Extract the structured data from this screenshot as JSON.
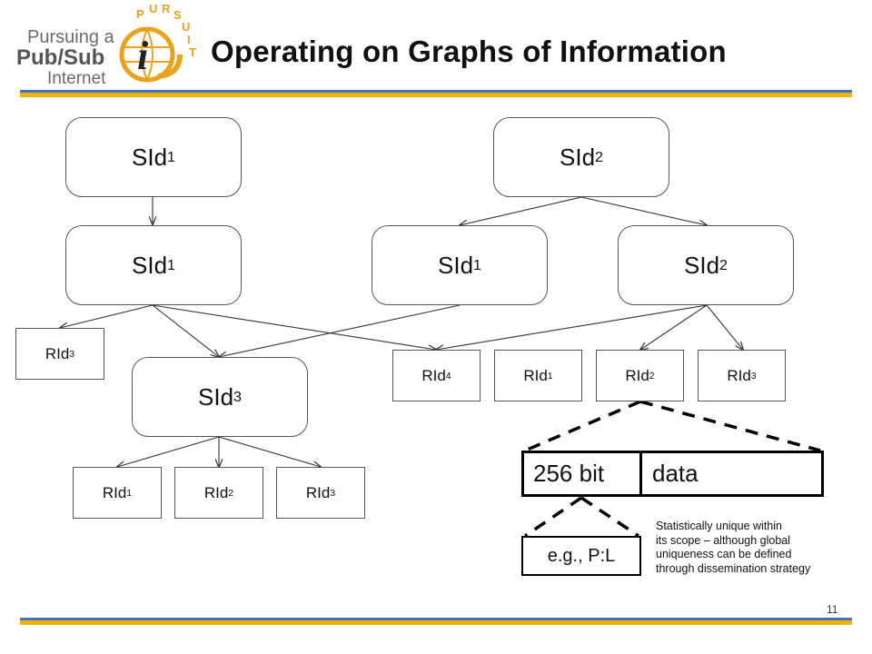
{
  "logo": {
    "line1": "Pursuing a",
    "line2": "Pub/Sub",
    "line3": "Internet",
    "arc_letters": [
      "P",
      "U",
      "R",
      "S",
      "U",
      "I",
      "T"
    ],
    "emblem_letter": "i"
  },
  "title": "Operating on Graphs of Information",
  "nodes": {
    "sid1_top": {
      "base": "SId",
      "sub": "1"
    },
    "sid2_top": {
      "base": "SId",
      "sub": "2"
    },
    "sid1_mid_left": {
      "base": "SId",
      "sub": "1"
    },
    "sid1_mid_center": {
      "base": "SId",
      "sub": "1"
    },
    "sid2_mid_right": {
      "base": "SId",
      "sub": "2"
    },
    "sid3": {
      "base": "SId",
      "sub": "3"
    },
    "rid3_left": {
      "base": "RId",
      "sub": "3"
    },
    "rid4": {
      "base": "RId",
      "sub": "4"
    },
    "rid1_right": {
      "base": "RId",
      "sub": "1"
    },
    "rid2_right": {
      "base": "RId",
      "sub": "2"
    },
    "rid3_right": {
      "base": "RId",
      "sub": "3"
    },
    "rid1_bottom": {
      "base": "RId",
      "sub": "1"
    },
    "rid2_bottom": {
      "base": "RId",
      "sub": "2"
    },
    "rid3_bottom": {
      "base": "RId",
      "sub": "3"
    }
  },
  "identifier": {
    "bits_label": "256 bit",
    "data_label": "data",
    "example_label": "e.g., P:L"
  },
  "note": [
    "Statistically unique within",
    "its scope – although global",
    "uniqueness can be defined",
    "through dissemination strategy"
  ],
  "page_number": "11",
  "colors": {
    "bar_blue": "#4472c4",
    "bar_gold": "#f0b400",
    "logo_orange": "#e8a31c",
    "logo_gray": "#6b6b6b"
  }
}
